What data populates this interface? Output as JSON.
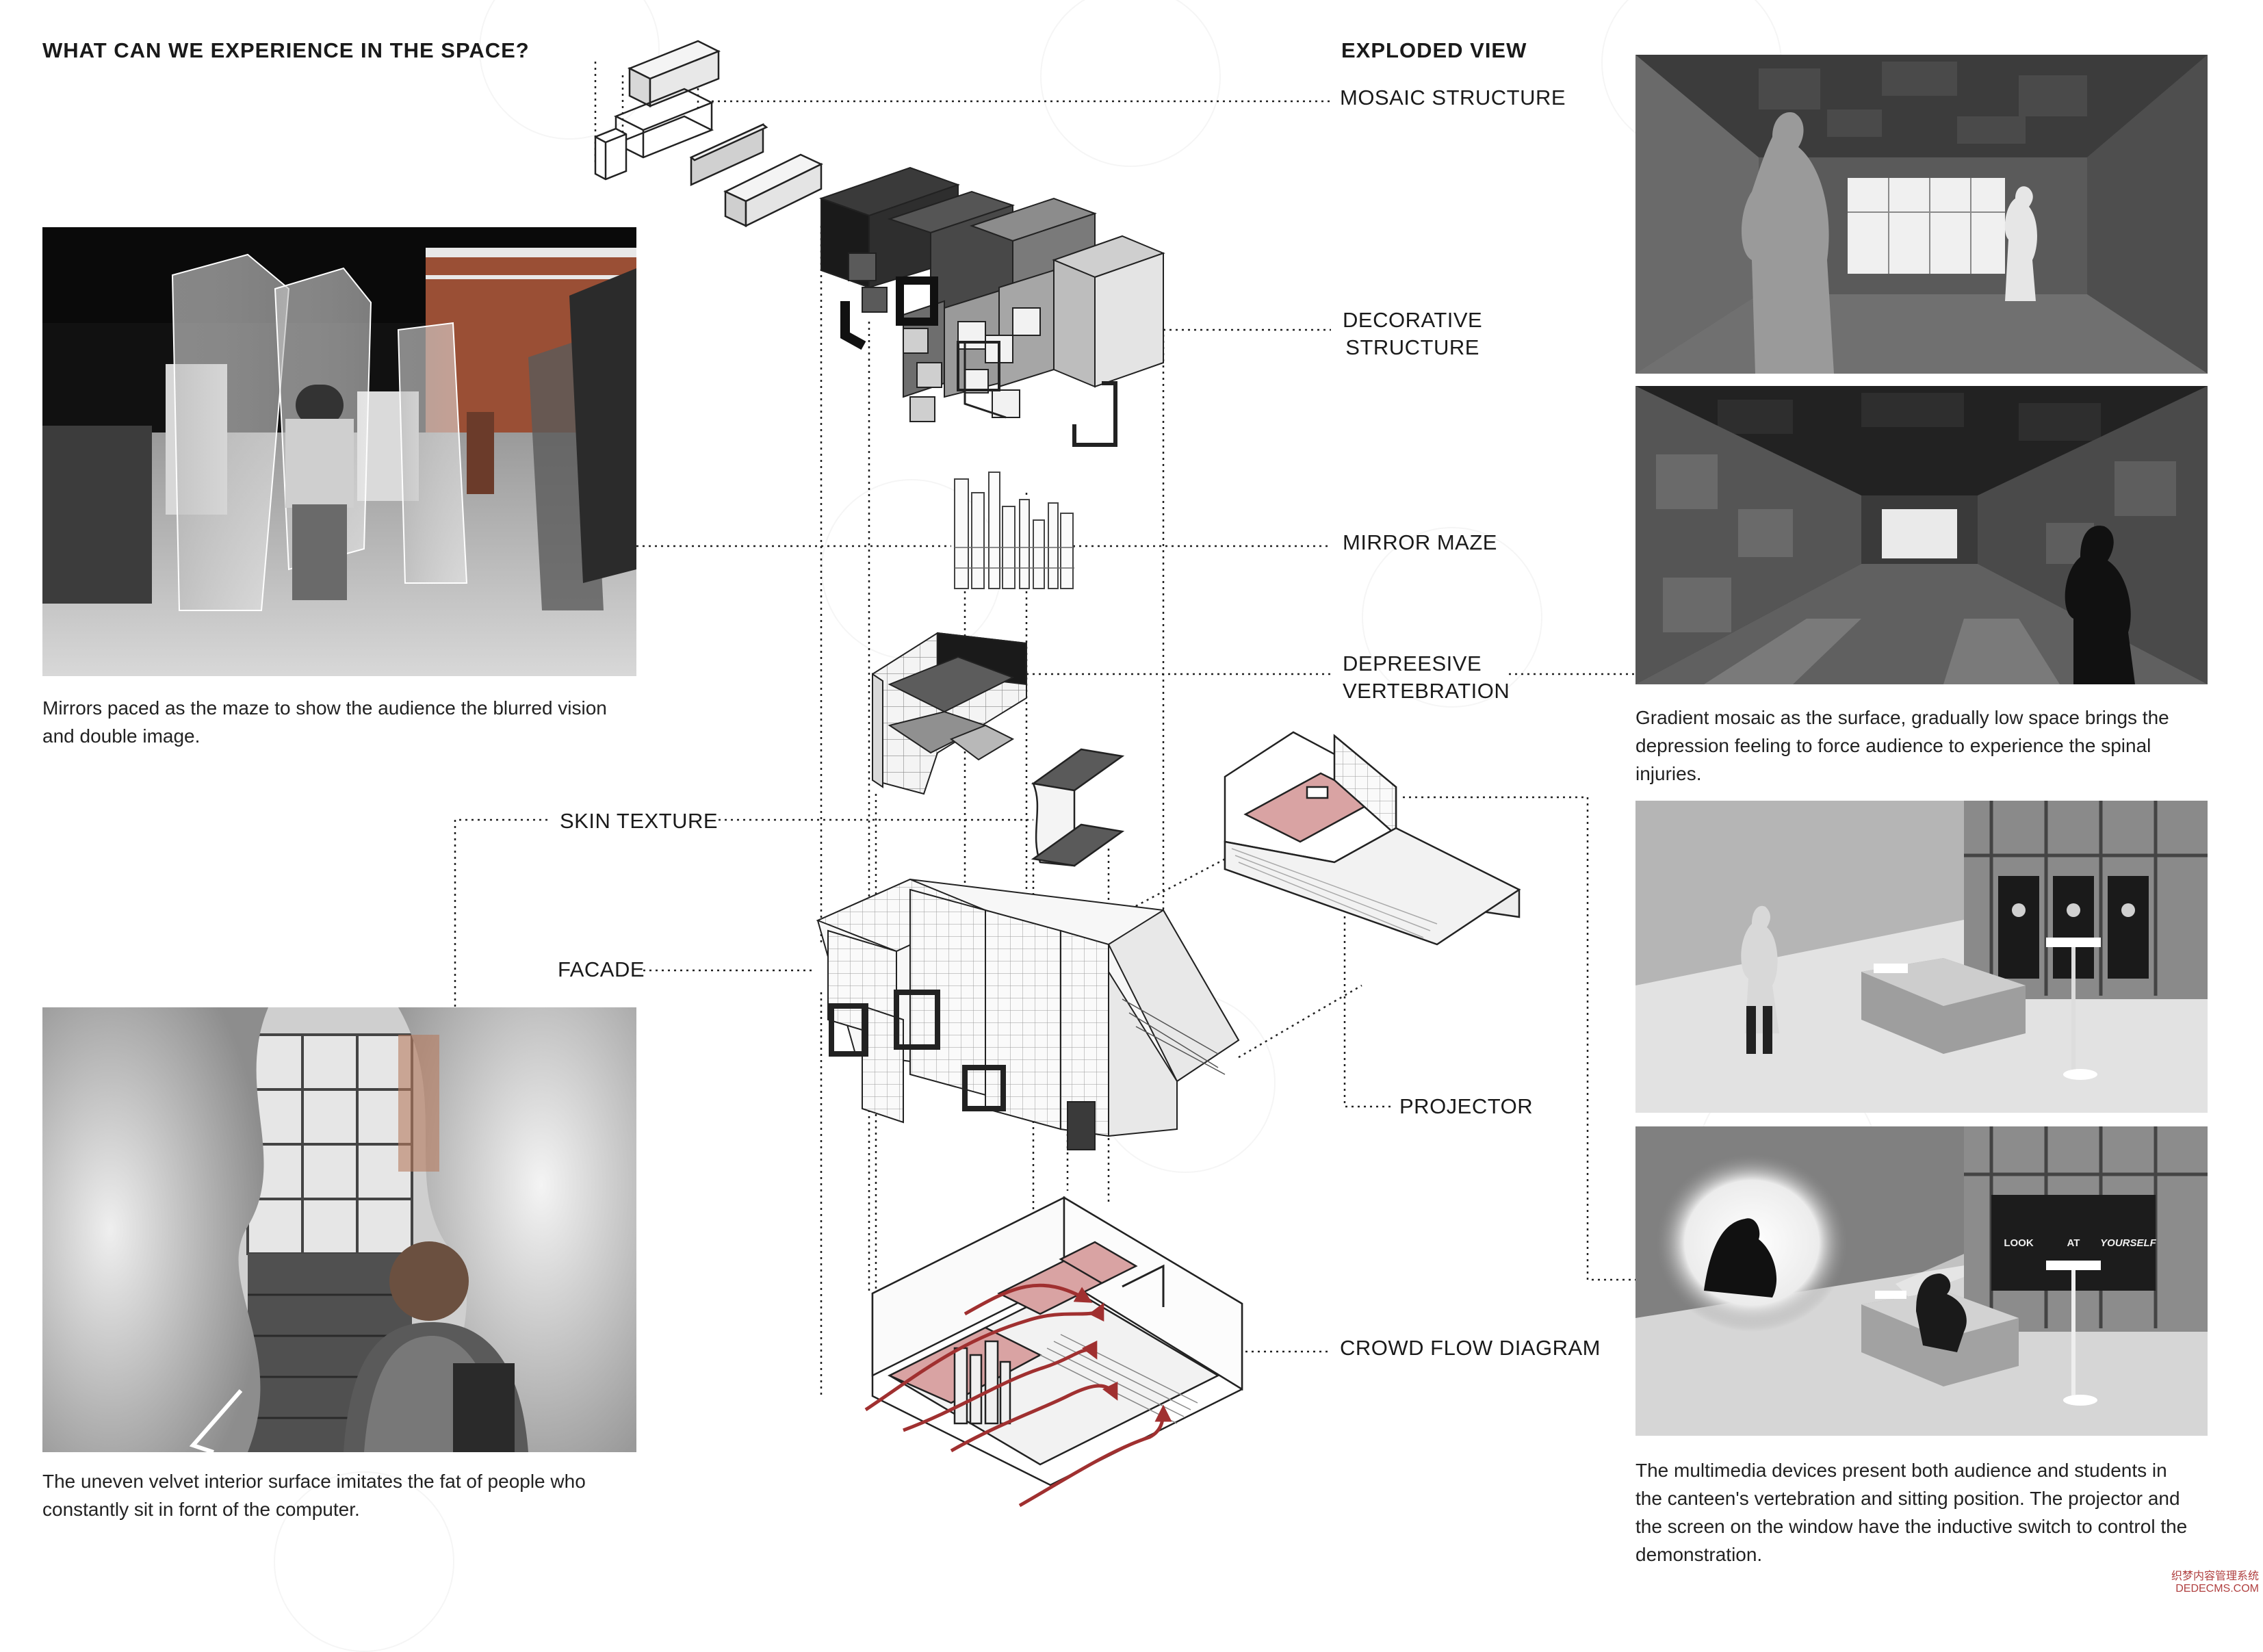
{
  "headings": {
    "experience": "WHAT CAN WE EXPERIENCE IN THE SPACE?",
    "exploded": "EXPLODED VIEW"
  },
  "labels": {
    "mosaic": "MOSAIC STRUCTURE",
    "decorative_1": "DECORATIVE",
    "decorative_2": "STRUCTURE",
    "mirror": "MIRROR MAZE",
    "depressive_1": "DEPREESIVE",
    "depressive_2": "VERTEBRATION",
    "skin": "SKIN TEXTURE",
    "facade": "FACADE",
    "projector": "PROJECTOR",
    "crowd": "CROWD FLOW DIAGRAM"
  },
  "captions": {
    "mirrors": [
      "Mirrors paced as the maze to show the audience the blurred vision",
      "and double image."
    ],
    "velvet": [
      "The uneven velvet interior surface imitates the fat of people who",
      "constantly sit in fornt of the computer."
    ],
    "mosaic": [
      "Gradient mosaic as the surface, gradually low space brings the",
      "depression feeling to force audience to experience the spinal",
      "injuries."
    ],
    "multimedia": [
      "The multimedia devices present both audience and students in",
      "the canteen's vertebration and sitting position. The projector and",
      "the screen on the window have the inductive switch to control the",
      "demonstration."
    ]
  },
  "screen_text": [
    "LOOK",
    "AT",
    "YOURSELF"
  ],
  "footer": [
    "织梦内容管理系统",
    "DEDECMS.COM"
  ],
  "colors": {
    "accent_red": "#a03030",
    "pink_floor": "#d9a3a3"
  }
}
